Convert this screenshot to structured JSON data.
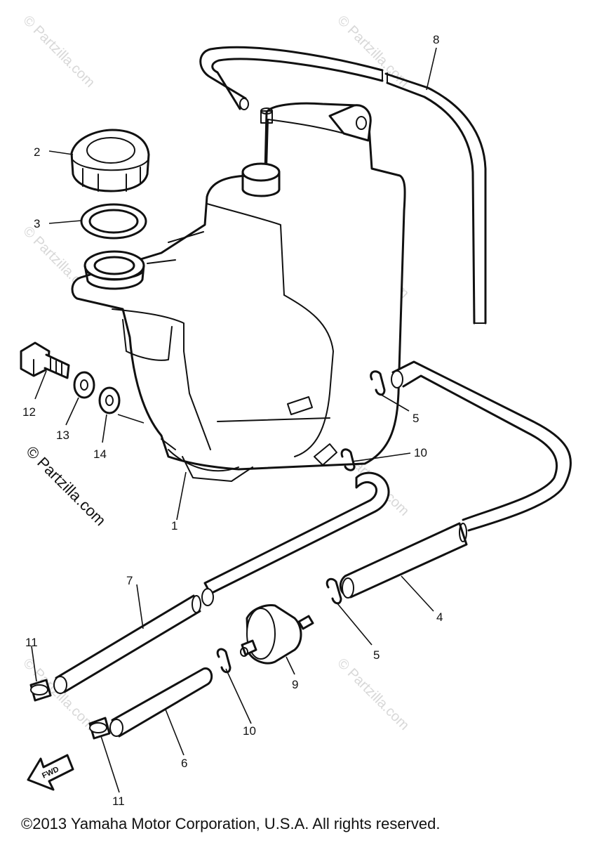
{
  "callouts": {
    "c1": "1",
    "c2": "2",
    "c3": "3",
    "c4": "4",
    "c5a": "5",
    "c5b": "5",
    "c6": "6",
    "c7": "7",
    "c8": "8",
    "c9": "9",
    "c10a": "10",
    "c10b": "10",
    "c11a": "11",
    "c11b": "11",
    "c12": "12",
    "c13": "13",
    "c14": "14"
  },
  "watermark": {
    "small": "© Partzilla.com",
    "large_line1": "© Partzilla",
    "large_line2": ".com"
  },
  "fwd_label": "FWD",
  "copyright": "©2013  Yamaha Motor Corporation, U.S.A. All rights reserved.",
  "colors": {
    "ink": "#111111",
    "background": "#ffffff",
    "watermark": "#d8d8d8"
  }
}
